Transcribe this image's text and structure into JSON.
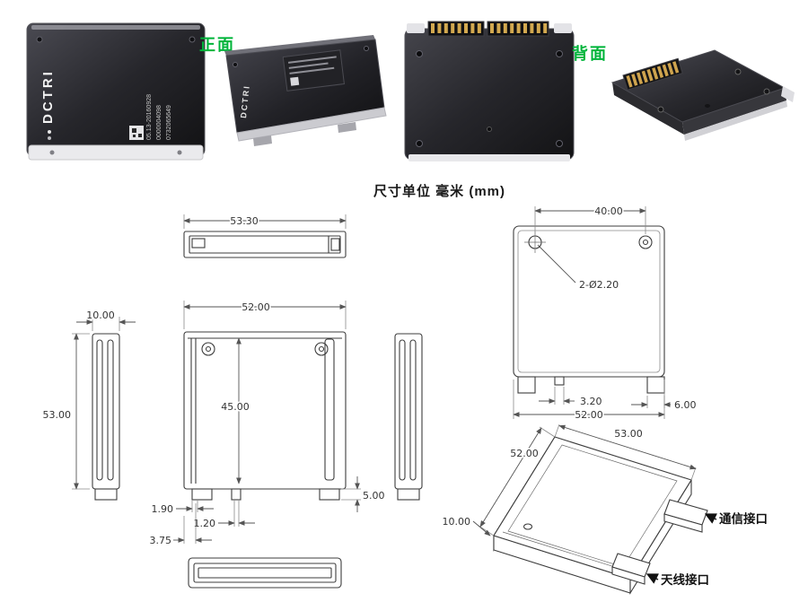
{
  "photos": {
    "front_label": "正面",
    "back_label": "背面",
    "brand": "DCTRI",
    "serials": [
      "05.13-20160928",
      "0000004098",
      "0732065649"
    ]
  },
  "note": {
    "units": "尺寸单位 毫米 (mm)"
  },
  "drawings": {
    "front": {
      "top_width": "53.30",
      "body_width": "52.00",
      "inner_height": "45.00",
      "lip": "1.90",
      "slot": "1.20",
      "inset": "3.75",
      "foot_height": "5.00"
    },
    "side": {
      "width": "10.00",
      "height": "53.00"
    },
    "back": {
      "hole_spacing": "40.00",
      "holes": "2-Ø2.20",
      "tab": "3.20",
      "body_width": "52.00",
      "foot_width": "6.00"
    },
    "iso": {
      "width": "53.00",
      "depth": "52.00",
      "thickness": "10.00",
      "comm_port": "通信接口",
      "antenna_port": "天线接口"
    }
  },
  "colors": {
    "accent_green": "#00b43a",
    "pin_gold": "#d2a84f"
  }
}
